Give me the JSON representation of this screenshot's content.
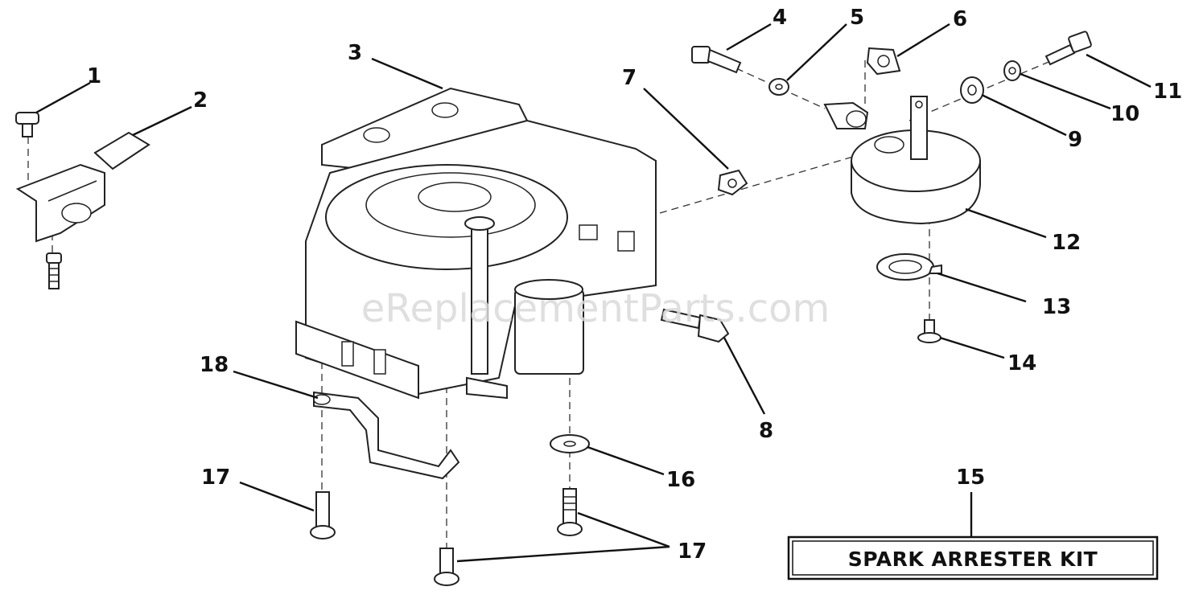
{
  "watermark": "eReplacementParts.com",
  "kit_box_label": "SPARK ARRESTER KIT",
  "callouts": {
    "c1": "1",
    "c2": "2",
    "c3": "3",
    "c4": "4",
    "c5": "5",
    "c6": "6",
    "c7": "7",
    "c8": "8",
    "c9": "9",
    "c10": "10",
    "c11": "11",
    "c12": "12",
    "c13": "13",
    "c14": "14",
    "c15": "15",
    "c16": "16",
    "c17a": "17",
    "c17b": "17",
    "c18": "18"
  }
}
